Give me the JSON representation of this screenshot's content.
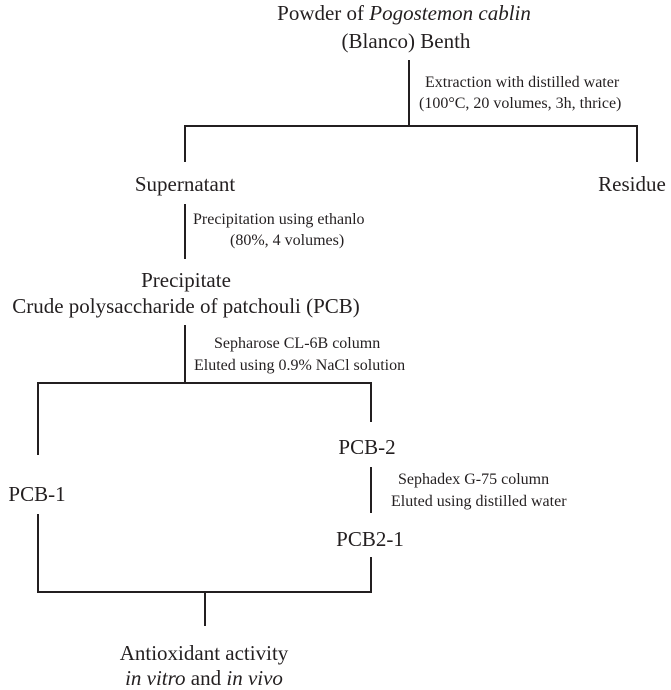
{
  "nodes": {
    "powder": {
      "line1_prefix": "Powder of ",
      "line1_italic": "Pogostemon cablin",
      "line2": "(Blanco) Benth"
    },
    "supernatant": "Supernatant",
    "residue": "Residue",
    "precipitate": {
      "line1": "Precipitate",
      "line2": "Crude polysaccharide of patchouli (PCB)"
    },
    "pcb1": "PCB-1",
    "pcb2": "PCB-2",
    "pcb21": "PCB2-1",
    "antioxidant": {
      "line1": "Antioxidant activity",
      "line2_italic_a": "in vitro",
      "line2_mid": " and ",
      "line2_italic_b": "in vivo"
    }
  },
  "steps": {
    "extraction": {
      "line1": "Extraction with distilled water",
      "line2": "(100°C, 20 volumes, 3h, thrice)"
    },
    "precipitation": {
      "line1": "Precipitation using ethanlo",
      "line2": "(80%, 4 volumes)"
    },
    "sepharose": {
      "line1": "Sepharose CL-6B column",
      "line2": "Eluted using 0.9% NaCl solution"
    },
    "sephadex": {
      "line1": "Sephadex G-75 column",
      "line2": "Eluted using distilled water"
    }
  }
}
